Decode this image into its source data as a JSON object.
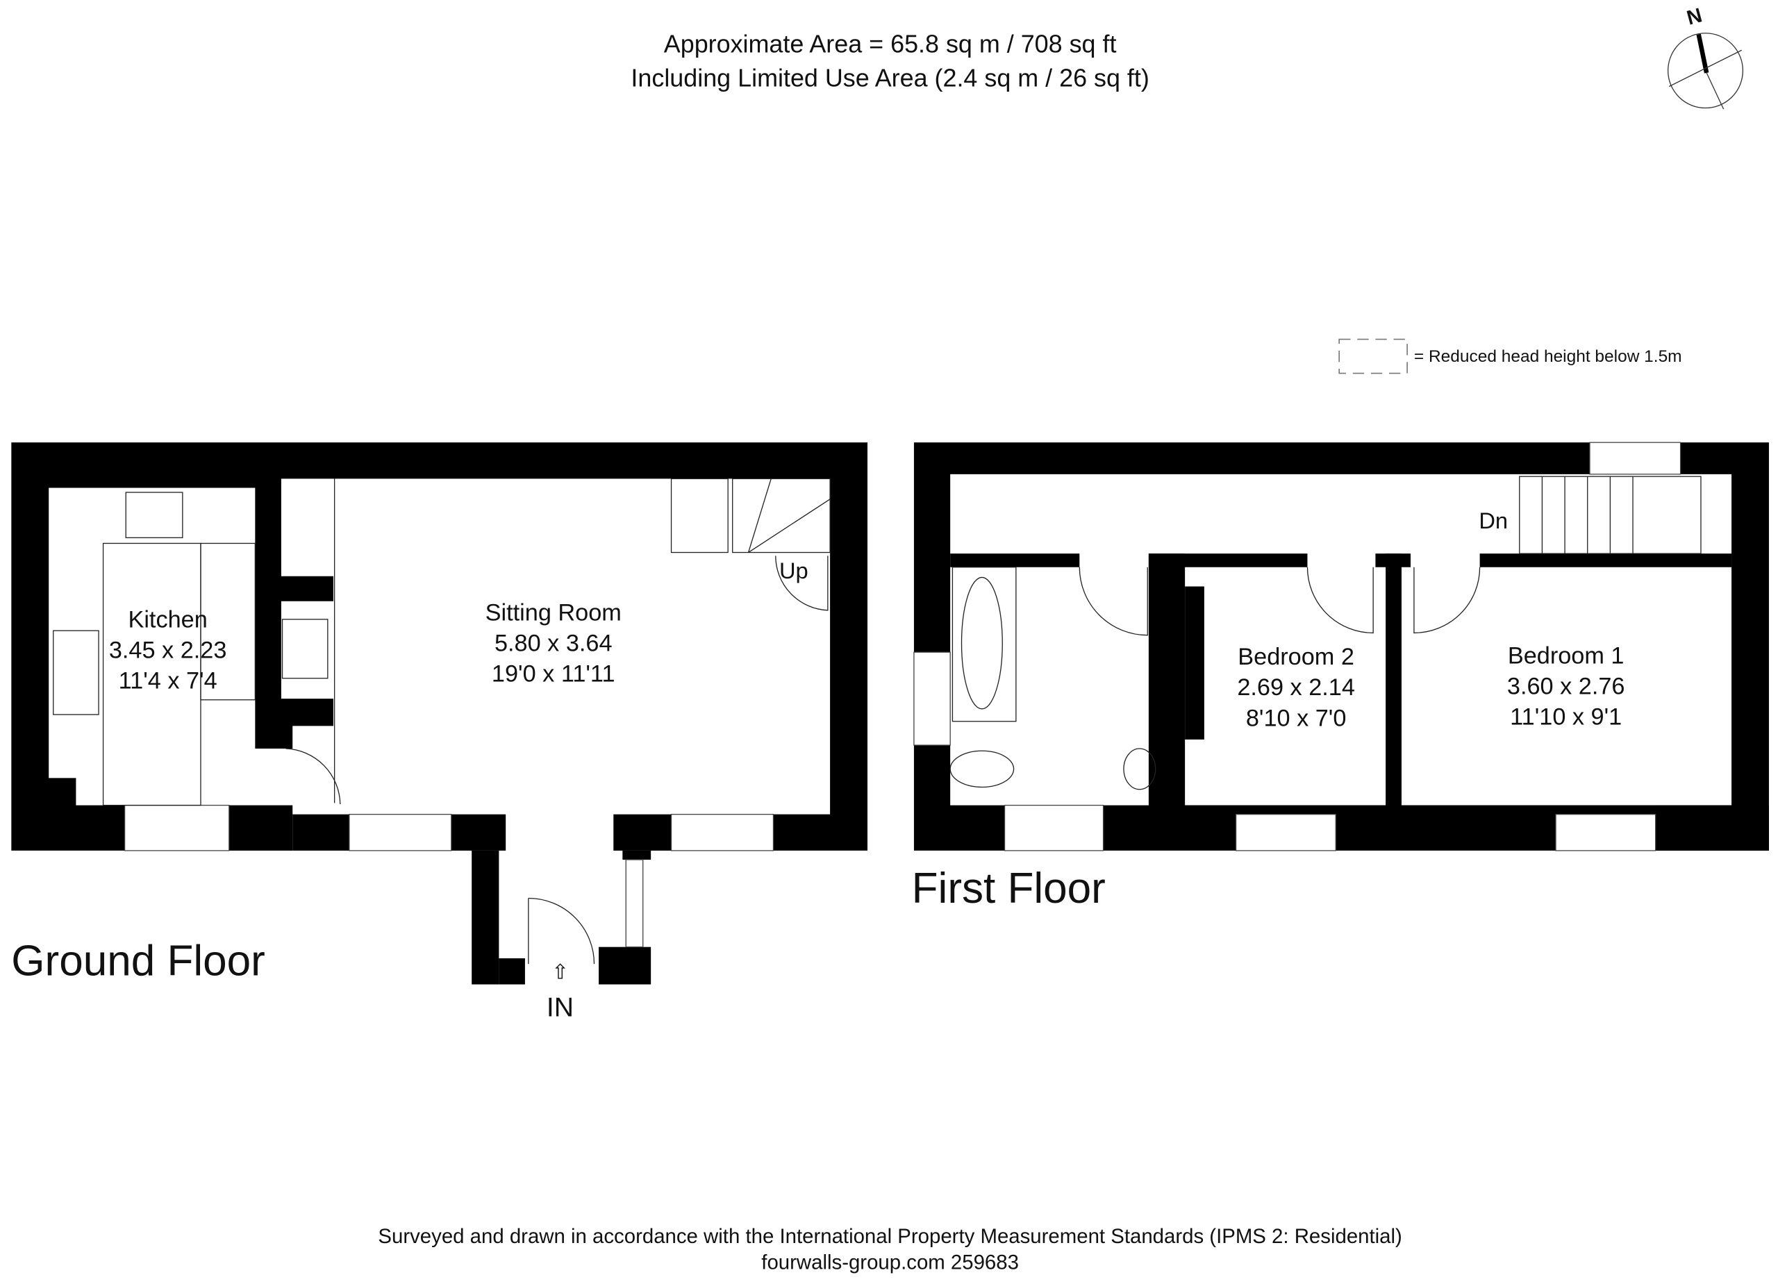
{
  "header": {
    "area_line": "Approximate  Area = 65.8 sq m / 708 sq ft",
    "limited_line": "Including Limited Use Area (2.4 sq m / 26 sq ft)"
  },
  "compass": {
    "label": "N"
  },
  "legend": {
    "reduced_head_height": "= Reduced head height below 1.5m"
  },
  "ground_floor": {
    "title": "Ground Floor",
    "entrance": "IN",
    "stairs": "Up",
    "rooms": [
      {
        "name": "Kitchen",
        "metric": "3.45 x 2.23",
        "imperial": "11'4 x 7'4"
      },
      {
        "name": "Sitting Room",
        "metric": "5.80 x 3.64",
        "imperial": "19'0 x 11'11"
      }
    ]
  },
  "first_floor": {
    "title": "First Floor",
    "stairs": "Dn",
    "rooms": [
      {
        "name": "Bedroom 2",
        "metric": "2.69 x 2.14",
        "imperial": "8'10 x 7'0"
      },
      {
        "name": "Bedroom 1",
        "metric": "3.60 x 2.76",
        "imperial": "11'10 x 9'1"
      }
    ]
  },
  "footer": {
    "standards": "Surveyed and drawn in accordance with the International Property Measurement Standards (IPMS 2: Residential)",
    "reference": "fourwalls-group.com 259683"
  }
}
